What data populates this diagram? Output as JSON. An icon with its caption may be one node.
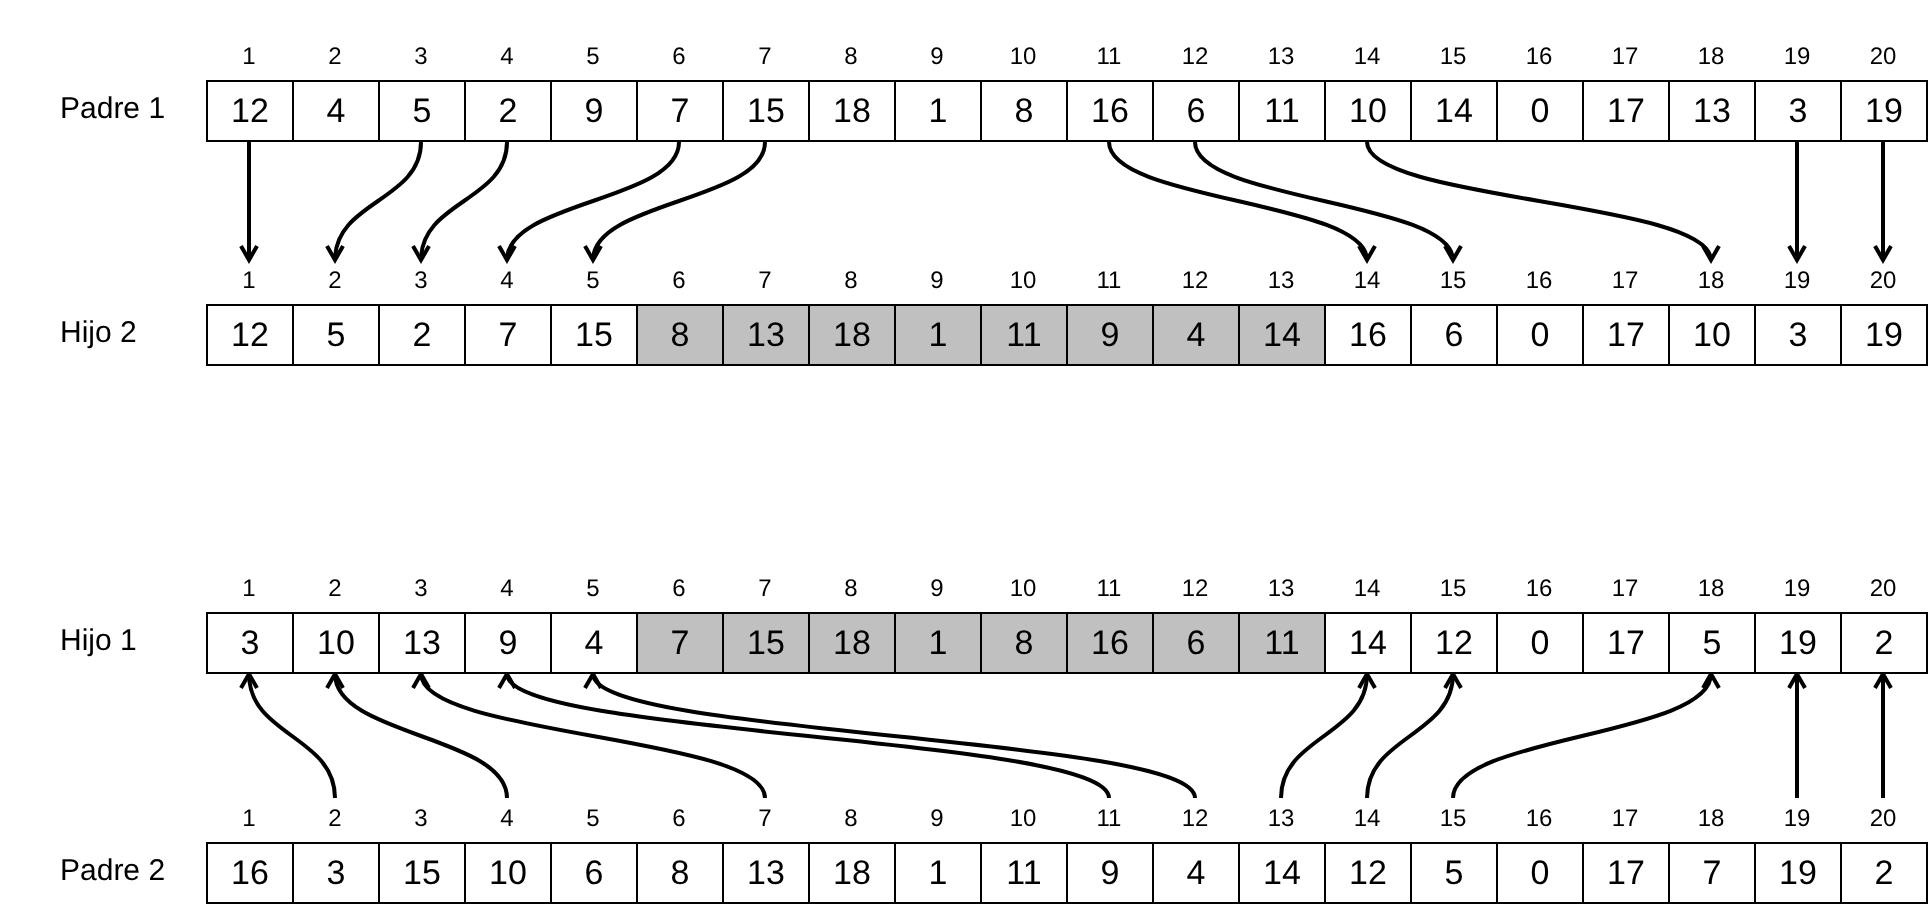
{
  "diagram": {
    "nodes": [
      {
        "text": [
          "12"
        ],
        "beside": [
          "1"
        ]
      },
      {
        "text": [
          "4"
        ],
        "beside": [
          "2"
        ]
      },
      {
        "text": [
          "5"
        ],
        "beside": [
          "3"
        ]
      },
      {
        "text": [
          "2"
        ],
        "beside": [
          "4"
        ]
      },
      {
        "text": [
          "9"
        ],
        "beside": [
          "5"
        ]
      },
      {
        "text": [
          "7"
        ],
        "beside": [
          "6"
        ]
      },
      {
        "text": [
          "15"
        ],
        "beside": [
          "7"
        ]
      },
      {
        "text": [
          "18"
        ],
        "beside": [
          "8"
        ]
      },
      {
        "text": [
          "1"
        ],
        "beside": [
          "9"
        ]
      },
      {
        "text": [
          "8"
        ],
        "beside": [
          "10"
        ]
      },
      {
        "text": [
          "16"
        ],
        "beside": [
          "11"
        ]
      },
      {
        "text": [
          "6"
        ],
        "beside": [
          "12"
        ]
      },
      {
        "text": [
          "11"
        ],
        "beside": [
          "13"
        ]
      },
      {
        "text": [
          "10"
        ],
        "beside": [
          "14"
        ]
      },
      {
        "text": [
          "14"
        ],
        "beside": [
          "15"
        ]
      },
      {
        "text": [
          "0"
        ],
        "beside": [
          "16"
        ]
      },
      {
        "text": [
          "17"
        ],
        "beside": [
          "17"
        ]
      },
      {
        "text": [
          "13"
        ],
        "beside": [
          "18"
        ]
      },
      {
        "text": [
          "3"
        ],
        "beside": [
          "19"
        ]
      },
      {
        "text": [
          "19"
        ],
        "beside": [
          "20"
        ]
      },
      {
        "text": [
          "12"
        ],
        "beside": [
          "1"
        ]
      },
      {
        "text": [
          "5"
        ],
        "beside": [
          "2"
        ]
      },
      {
        "text": [
          "2"
        ],
        "beside": [
          "3"
        ]
      },
      {
        "text": [
          "7"
        ],
        "beside": [
          "4"
        ]
      },
      {
        "text": [
          "15"
        ],
        "beside": [
          "5"
        ]
      },
      {
        "text": [
          "8"
        ],
        "beside": [
          "6"
        ]
      },
      {
        "text": [
          "13"
        ],
        "beside": [
          "7"
        ]
      },
      {
        "text": [
          "18"
        ],
        "beside": [
          "8"
        ]
      },
      {
        "text": [
          "1"
        ],
        "beside": [
          "9"
        ]
      },
      {
        "text": [
          "11"
        ],
        "beside": [
          "10"
        ]
      },
      {
        "text": [
          "9"
        ],
        "beside": [
          "11"
        ]
      },
      {
        "text": [
          "4"
        ],
        "beside": [
          "12"
        ]
      },
      {
        "text": [
          "14"
        ],
        "beside": [
          "13"
        ]
      },
      {
        "text": [
          "16"
        ],
        "beside": [
          "14"
        ]
      },
      {
        "text": [
          "6"
        ],
        "beside": [
          "15"
        ]
      },
      {
        "text": [
          "0"
        ],
        "beside": [
          "16"
        ]
      },
      {
        "text": [
          "17"
        ],
        "beside": [
          "17"
        ]
      },
      {
        "text": [
          "10"
        ],
        "beside": [
          "18"
        ]
      },
      {
        "text": [
          "3"
        ],
        "beside": [
          "19"
        ]
      },
      {
        "text": [
          "19"
        ],
        "beside": [
          "20"
        ]
      },
      {
        "text": [
          "3"
        ],
        "beside": [
          "1"
        ]
      },
      {
        "text": [
          "10"
        ],
        "beside": [
          "2"
        ]
      },
      {
        "text": [
          "13"
        ],
        "beside": [
          "3"
        ]
      },
      {
        "text": [
          "9"
        ],
        "beside": [
          "4"
        ]
      },
      {
        "text": [
          "4"
        ],
        "beside": [
          "5"
        ]
      },
      {
        "text": [
          "7"
        ],
        "beside": [
          "6"
        ]
      },
      {
        "text": [
          "15"
        ],
        "beside": [
          "7"
        ]
      },
      {
        "text": [
          "18"
        ],
        "beside": [
          "8"
        ]
      },
      {
        "text": [
          "1"
        ],
        "beside": [
          "9"
        ]
      },
      {
        "text": [
          "8"
        ],
        "beside": [
          "10"
        ]
      },
      {
        "text": [
          "16"
        ],
        "beside": [
          "11"
        ]
      },
      {
        "text": [
          "6"
        ],
        "beside": [
          "12"
        ]
      },
      {
        "text": [
          "11"
        ],
        "beside": [
          "13"
        ]
      },
      {
        "text": [
          "14"
        ],
        "beside": [
          "14"
        ]
      },
      {
        "text": [
          "12"
        ],
        "beside": [
          "15"
        ]
      },
      {
        "text": [
          "0"
        ],
        "beside": [
          "16"
        ]
      },
      {
        "text": [
          "17"
        ],
        "beside": [
          "17"
        ]
      },
      {
        "text": [
          "5"
        ],
        "beside": [
          "18"
        ]
      },
      {
        "text": [
          "19"
        ],
        "beside": [
          "19"
        ]
      },
      {
        "text": [
          "2"
        ],
        "beside": [
          "20"
        ]
      },
      {
        "text": [
          "16"
        ],
        "beside": [
          "1"
        ]
      },
      {
        "text": [
          "3"
        ],
        "beside": [
          "2"
        ]
      },
      {
        "text": [
          "15"
        ],
        "beside": [
          "3"
        ]
      },
      {
        "text": [
          "10"
        ],
        "beside": [
          "4"
        ]
      },
      {
        "text": [
          "6"
        ],
        "beside": [
          "5"
        ]
      },
      {
        "text": [
          "8"
        ],
        "beside": [
          "6"
        ]
      },
      {
        "text": [
          "13"
        ],
        "beside": [
          "7"
        ]
      },
      {
        "text": [
          "18"
        ],
        "beside": [
          "8"
        ]
      },
      {
        "text": [
          "1"
        ],
        "beside": [
          "9"
        ]
      },
      {
        "text": [
          "11"
        ],
        "beside": [
          "10"
        ]
      },
      {
        "text": [
          "9"
        ],
        "beside": [
          "11"
        ]
      },
      {
        "text": [
          "4"
        ],
        "beside": [
          "12"
        ]
      },
      {
        "text": [
          "14"
        ],
        "beside": [
          "13"
        ]
      },
      {
        "text": [
          "12"
        ],
        "beside": [
          "14"
        ]
      },
      {
        "text": [
          "5"
        ],
        "beside": [
          "15"
        ]
      },
      {
        "text": [
          "0"
        ],
        "beside": [
          "16"
        ]
      },
      {
        "text": [
          "17"
        ],
        "beside": [
          "17"
        ]
      },
      {
        "text": [
          "7"
        ],
        "beside": [
          "18"
        ]
      },
      {
        "text": [
          "19"
        ],
        "beside": [
          "19"
        ]
      },
      {
        "text": [
          "2"
        ],
        "beside": [
          "20"
        ]
      }
    ],
    "edges": [
      {
        "from": 0,
        "to": 20,
        "arrow": "to"
      },
      {
        "from": 2,
        "to": 21,
        "arrow": "to"
      },
      {
        "from": 3,
        "to": 22,
        "arrow": "to"
      },
      {
        "from": 5,
        "to": 23,
        "arrow": "to"
      },
      {
        "from": 6,
        "to": 24,
        "arrow": "to"
      },
      {
        "from": 10,
        "to": 33,
        "arrow": "to"
      },
      {
        "from": 11,
        "to": 34,
        "arrow": "to"
      },
      {
        "from": 13,
        "to": 37,
        "arrow": "to"
      },
      {
        "from": 18,
        "to": 38,
        "arrow": "to"
      },
      {
        "from": 19,
        "to": 39,
        "arrow": "to"
      },
      {
        "from": 61,
        "to": 40,
        "arrow": "to"
      },
      {
        "from": 63,
        "to": 41,
        "arrow": "to"
      },
      {
        "from": 66,
        "to": 42,
        "arrow": "to"
      },
      {
        "from": 70,
        "to": 43,
        "arrow": "to"
      },
      {
        "from": 71,
        "to": 44,
        "arrow": "to"
      },
      {
        "from": 72,
        "to": 53,
        "arrow": "to"
      },
      {
        "from": 73,
        "to": 54,
        "arrow": "to"
      },
      {
        "from": 74,
        "to": 57,
        "arrow": "to"
      },
      {
        "from": 78,
        "to": 58,
        "arrow": "to"
      },
      {
        "from": 79,
        "to": 59,
        "arrow": "to"
      }
    ],
    "labels": [
      "Padre 1",
      "Hijo 2",
      "Hijo 1",
      "Padre 2"
    ]
  }
}
